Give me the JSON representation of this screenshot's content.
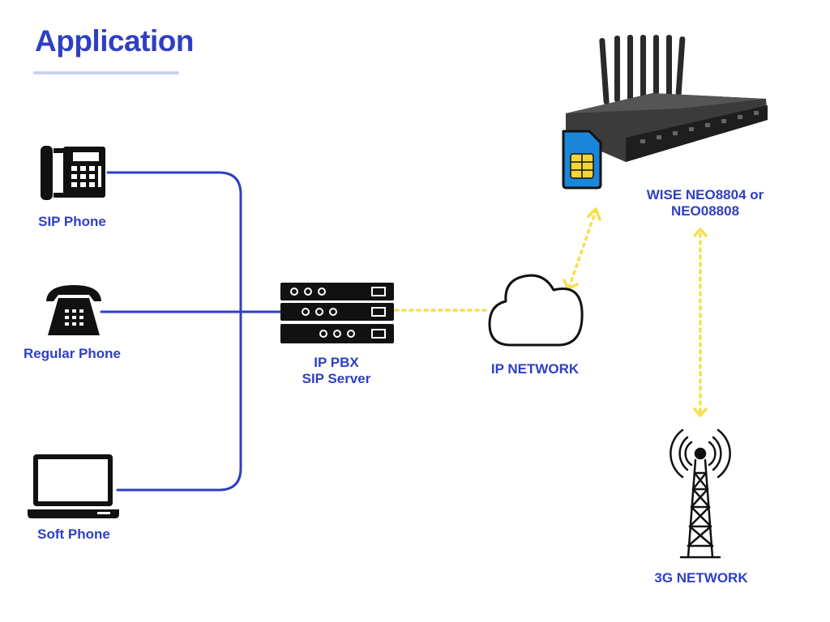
{
  "title": "Application",
  "nodes": {
    "sip_phone": "SIP Phone",
    "regular_phone": "Regular Phone",
    "soft_phone": "Soft Phone",
    "pbx_line1": "IP PBX",
    "pbx_line2": "SIP Server",
    "ip_network": "IP NETWORK",
    "gateway_line1": "WISE NEO8804 or",
    "gateway_line2": "NEO08808",
    "network_3g": "3G NETWORK"
  },
  "colors": {
    "accent": "#2f3fc4",
    "link_wired": "#2f3fc4",
    "link_wireless": "#f5df4d",
    "sim_card": "#1b86d9",
    "sim_chip": "#f4d23a"
  },
  "icons": [
    "sip-phone-icon",
    "regular-phone-icon",
    "laptop-icon",
    "server-rack-icon",
    "cloud-icon",
    "gsm-gateway-icon",
    "sim-card-icon",
    "cell-tower-icon"
  ]
}
